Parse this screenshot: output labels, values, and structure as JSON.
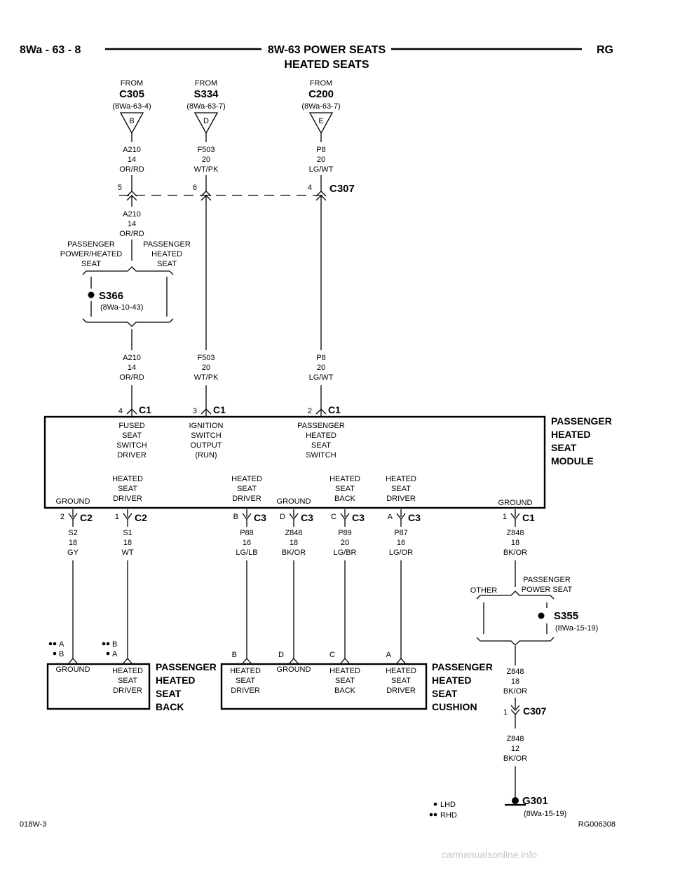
{
  "header": {
    "left": "8Wa - 63 - 8",
    "title": "8W-63 POWER SEATS",
    "subtitle": "HEATED SEATS",
    "right": "RG"
  },
  "sources": [
    {
      "from": "FROM",
      "id": "C305",
      "ref": "(8Wa-63-4)",
      "pin": "B"
    },
    {
      "from": "FROM",
      "id": "S334",
      "ref": "(8Wa-63-7)",
      "pin": "D"
    },
    {
      "from": "FROM",
      "id": "C200",
      "ref": "(8Wa-63-7)",
      "pin": "E"
    }
  ],
  "wires": {
    "a210_14": [
      "A210",
      "14",
      "OR/RD"
    ],
    "f503_20": [
      "F503",
      "20",
      "WT/PK"
    ],
    "p8_20": [
      "P8",
      "20",
      "LG/WT"
    ],
    "s2": [
      "S2",
      "18",
      "GY"
    ],
    "s1": [
      "S1",
      "18",
      "WT"
    ],
    "p88": [
      "P88",
      "16",
      "LG/LB"
    ],
    "z848_18": [
      "Z848",
      "18",
      "BK/OR"
    ],
    "p89": [
      "P89",
      "20",
      "LG/BR"
    ],
    "p87": [
      "P87",
      "16",
      "LG/OR"
    ],
    "z848_12": [
      "Z848",
      "12",
      "BK/OR"
    ]
  },
  "c307_top": {
    "pins": [
      "5",
      "6",
      "4"
    ],
    "name": "C307"
  },
  "branch_top": {
    "left": [
      "PASSENGER",
      "POWER/HEATED",
      "SEAT"
    ],
    "right": [
      "PASSENGER",
      "HEATED",
      "SEAT"
    ]
  },
  "s366": {
    "id": "S366",
    "ref": "(8Wa-10-43)"
  },
  "c1_pins": {
    "p4": "4",
    "p3": "3",
    "p2": "2",
    "name": "C1"
  },
  "module": {
    "name": [
      "PASSENGER",
      "HEATED",
      "SEAT",
      "MODULE"
    ],
    "fused": [
      "FUSED",
      "SEAT",
      "SWITCH",
      "DRIVER"
    ],
    "ignition": [
      "IGNITION",
      "SWITCH",
      "OUTPUT",
      "(RUN)"
    ],
    "pass_switch": [
      "PASSENGER",
      "HEATED",
      "SEAT",
      "SWITCH"
    ],
    "ground": "GROUND",
    "heated_driver": [
      "HEATED",
      "SEAT",
      "DRIVER"
    ],
    "heated_back": [
      "HEATED",
      "SEAT",
      "BACK"
    ]
  },
  "bottom_conns": {
    "c2": "C2",
    "c3": "C3",
    "c1": "C1",
    "pin2": "2",
    "pin1": "1",
    "pinB": "B",
    "pinD": "D",
    "pinC": "C",
    "pinA": "A"
  },
  "branch_s355": {
    "other": "OTHER",
    "right": [
      "PASSENGER",
      "POWER SEAT"
    ],
    "id": "S355",
    "ref": "(8Wa-15-19)"
  },
  "seat_back": {
    "name": [
      "PASSENGER",
      "HEATED",
      "SEAT",
      "BACK"
    ],
    "ground": "GROUND",
    "driver": [
      "HEATED",
      "SEAT",
      "DRIVER"
    ],
    "pin_a": "A",
    "pin_b": "B"
  },
  "seat_cushion": {
    "name": [
      "PASSENGER",
      "HEATED",
      "SEAT",
      "CUSHION"
    ],
    "driver": [
      "HEATED",
      "SEAT",
      "DRIVER"
    ],
    "ground": "GROUND",
    "back": [
      "HEATED",
      "SEAT",
      "BACK"
    ],
    "pins": [
      "B",
      "D",
      "C",
      "A"
    ]
  },
  "c307_bottom": {
    "pin": "1",
    "name": "C307"
  },
  "ground_g301": {
    "id": "G301",
    "ref": "(8Wa-15-19)"
  },
  "legend": {
    "lhd": "LHD",
    "rhd": "RHD"
  },
  "footer": {
    "left": "018W-3",
    "right": "RG006308",
    "watermark": "carmanualsonline.info"
  }
}
